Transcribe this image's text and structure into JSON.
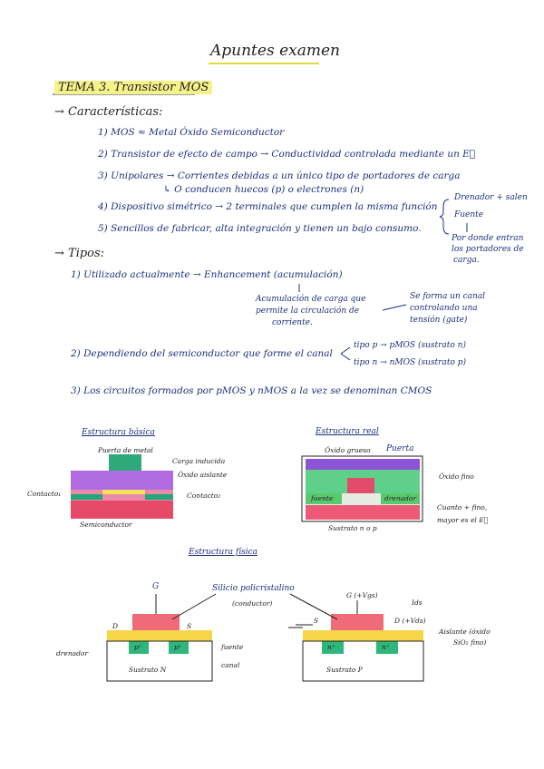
{
  "title": "Apuntes examen",
  "topic": "TEMA 3. Transistor MOS",
  "char": {
    "heading": "Características:",
    "items": [
      "1) MOS ≈ Metal Óxido Semiconductor",
      "2) Transistor de efecto de campo → Conductividad controlada mediante un E⃗",
      "3) Unipolares → Corrientes debidas a un único tipo de portadores de carga",
      "↳ O conducen huecos (p) o electrones (n)",
      "4) Dispositivo simétrico → 2 terminales que cumplen la misma función",
      "5) Sencillos de fabricar, alta integración y tienen un bajo consumo."
    ],
    "side1": "Drenador + salen",
    "side2": "Fuente",
    "side3a": "Por donde entran",
    "side3b": "los portadores de",
    "side3c": "carga."
  },
  "tipos": {
    "heading": "Tipos:",
    "t1": "1) Utilizado actualmente → Enhancement (acumulación)",
    "t1a": "Acumulación de carga que",
    "t1b": "permite la circulación de",
    "t1c": "corriente.",
    "t1d": "Se forma un canal",
    "t1e": "controlando una",
    "t1f": "tensión (gate)",
    "t2": "2) Dependiendo del semiconductor que forme el canal",
    "t2a": "tipo p → pMOS (sustrato n)",
    "t2b": "tipo n → nMOS (sustrato p)",
    "t3": "3) Los circuitos formados por pMOS y nMOS a la vez se denominan CMOS"
  },
  "basic": {
    "title": "Estructura básica",
    "puerta": "Puerta de metal",
    "carga": "Carga inducida",
    "oxido": "Óxido aislante",
    "contacto1": "Contacto₁",
    "contacto2": "Contacto₂",
    "semi": "Semiconductor"
  },
  "real": {
    "title": "Estructura real",
    "grueso": "Óxido grueso",
    "puerta": "Puerta",
    "fino": "Óxido fino",
    "fuente": "fuente",
    "drenador": "drenador",
    "sustrato": "Sustrato n o p",
    "note1": "Cuanto + fino,",
    "note2": "mayor es el E⃗"
  },
  "fisica": {
    "title": "Estructura física",
    "silicio": "Silicio policristalino",
    "conductor": "(conductor)",
    "g1": "G",
    "d1": "D",
    "s1": "S",
    "p1": "p⁺",
    "p2": "p⁺",
    "drenador": "drenador",
    "fuente": "fuente",
    "canal": "canal",
    "sub1": "Sustrato N",
    "g2": "G (+Vgs)",
    "ids": "Ids",
    "s2": "S",
    "d2": "D (+Vds)",
    "n1": "n⁺",
    "n2": "n⁺",
    "aislante": "Aislante (óxido",
    "sio2": "SiO₂ fino)",
    "sub2": "Sustrato P"
  }
}
